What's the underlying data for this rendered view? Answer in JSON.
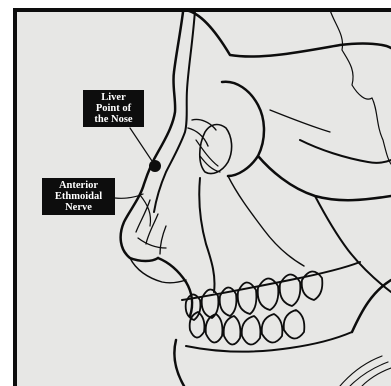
{
  "labels": {
    "liver_point": {
      "line1": "Liver",
      "line2": "Point of",
      "line3": "the Nose"
    },
    "ethmoidal_nerve": {
      "line1": "Anterior",
      "line2": "Ethmoidal",
      "line3": "Nerve"
    }
  },
  "colors": {
    "background": "#ffffff",
    "panel": "#e7e7e5",
    "ink": "#0d0d0d",
    "label_bg": "#0d0d0d",
    "label_text": "#ffffff"
  }
}
